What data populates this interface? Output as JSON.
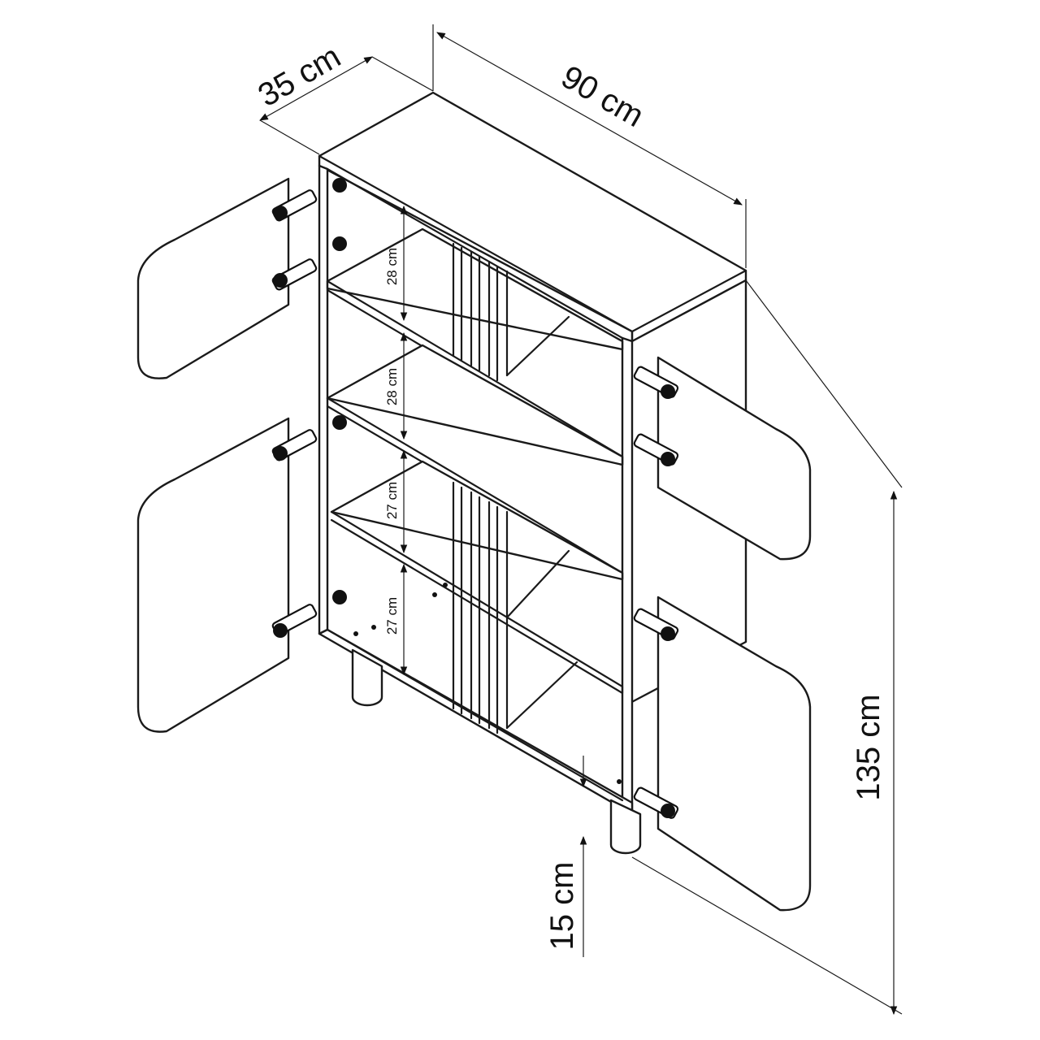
{
  "dimensions": {
    "depth": "35 cm",
    "width": "90 cm",
    "height": "135 cm",
    "leg_height": "15 cm",
    "shelf_1": "28 cm",
    "shelf_2": "28 cm",
    "shelf_3": "27 cm",
    "shelf_4": "27 cm"
  }
}
